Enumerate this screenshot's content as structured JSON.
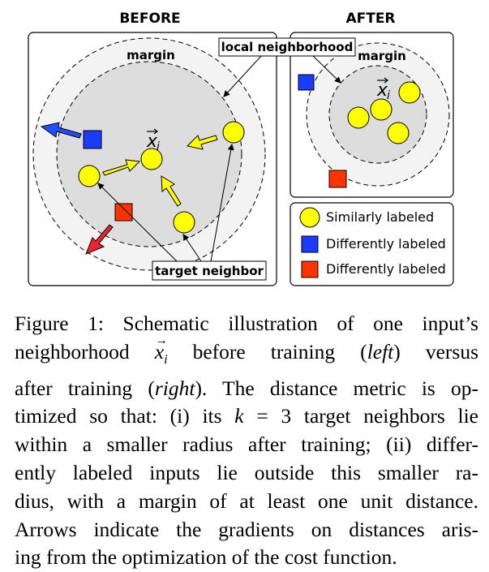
{
  "panels": {
    "before": {
      "title": "BEFORE",
      "margin_label": "margin"
    },
    "after": {
      "title": "AFTER",
      "margin_label": "margin"
    }
  },
  "labels": {
    "local_neighborhood": "local neighborhood",
    "target_neighbor": "target neighbor",
    "input_symbol": "x",
    "input_subscript": "i"
  },
  "legend": {
    "items": [
      {
        "label": "Similarly labeled",
        "shape": "circle",
        "color": "#ffff00"
      },
      {
        "label": "Differently labeled",
        "shape": "square",
        "color": "#1a3cff"
      },
      {
        "label": "Differently labeled",
        "shape": "square",
        "color": "#ff3300"
      }
    ]
  },
  "colors": {
    "similar": "#ffff00",
    "different_blue": "#1a3cff",
    "different_red": "#ff3300",
    "arrow_yellow": "#ffff00",
    "arrow_blue": "#1f4fff",
    "arrow_red": "#ee2233",
    "inner_region": "#dddddd",
    "margin_ring": "#f3f3f3"
  },
  "caption": {
    "lines": [
      [
        "Figure 1: Schematic illustration of one input’s"
      ],
      [
        "neighborhood ",
        {
          "math": "x",
          "sub": "i"
        },
        " before training (",
        {
          "it": "left"
        },
        ") versus"
      ],
      [
        "after training (",
        {
          "it": "right"
        },
        "). The distance metric is op-"
      ],
      [
        "timized so that: (i) its ",
        {
          "math": "k"
        },
        " = 3 target neighbors lie"
      ],
      [
        "within a smaller radius after training; (ii) differ-"
      ],
      [
        "ently labeled inputs lie outside this smaller ra-"
      ],
      [
        "dius, with a margin of at least one unit distance."
      ],
      [
        "Arrows indicate the gradients on distances aris-"
      ],
      [
        "ing from the optimization of the cost function."
      ]
    ]
  }
}
